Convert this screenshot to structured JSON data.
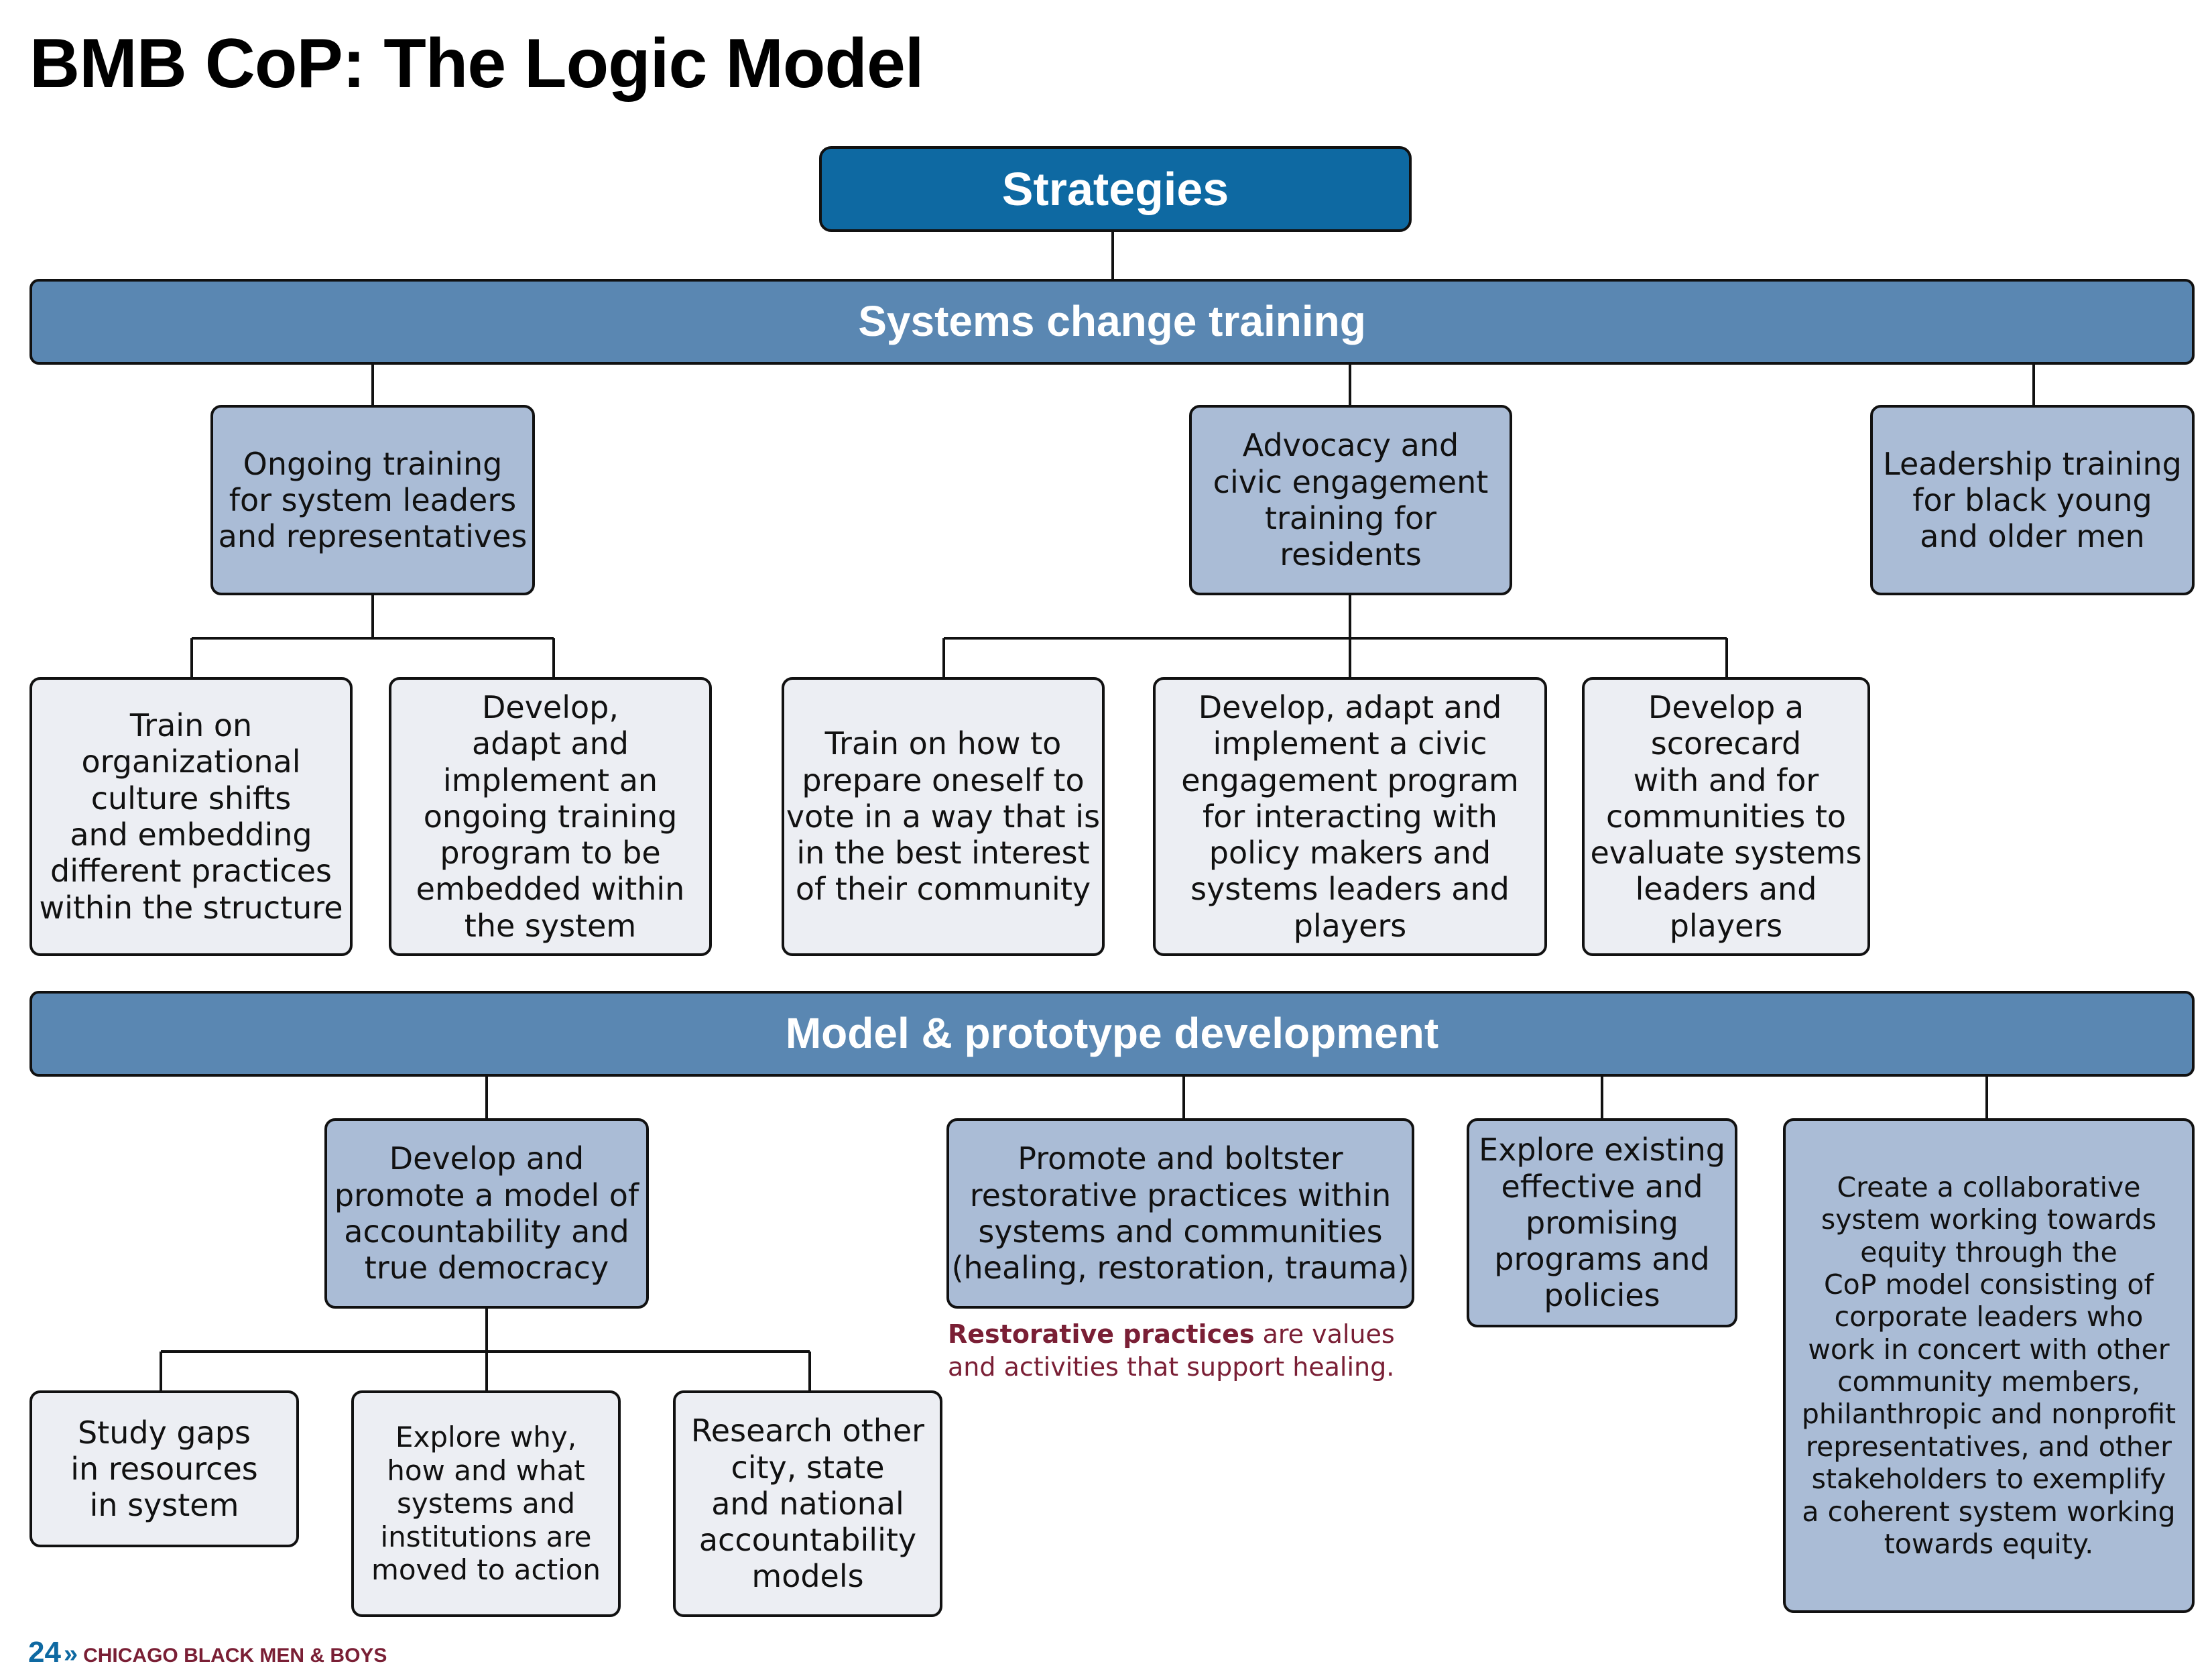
{
  "title": "BMB CoP: The Logic Model",
  "strategies": "Strategies",
  "sections": [
    {
      "heading": "Systems change training",
      "groups": [
        {
          "label": "Ongoing training\nfor system leaders\nand representatives",
          "children": [
            "Train on\norganizational\nculture shifts\nand embedding\ndifferent practices\nwithin the structure",
            "Develop,\nadapt and\nimplement an\nongoing training\nprogram to be\nembedded within\nthe system"
          ]
        },
        {
          "label": "Advocacy and\ncivic engagement\ntraining for\nresidents",
          "children": [
            "Train on how to\nprepare oneself to\nvote in a way that is\nin the best interest\nof their community",
            "Develop, adapt and\nimplement a civic\nengagement program\nfor interacting with\npolicy makers and\nsystems leaders and\nplayers",
            "Develop a\nscorecard\nwith and for\ncommunities to\nevaluate systems\nleaders and\nplayers"
          ]
        },
        {
          "label": "Leadership training\nfor black young\nand older men",
          "children": []
        }
      ]
    },
    {
      "heading": "Model & prototype development",
      "groups": [
        {
          "label": "Develop and\npromote a model of\naccountability and\ntrue democracy",
          "children": [
            "Study gaps\nin resources\nin system",
            "Explore why,\nhow and what\nsystems and\ninstitutions are\nmoved to action",
            "Research other\ncity, state\nand national\naccountability\nmodels"
          ]
        },
        {
          "label": "Promote and boltster\nrestorative practices within\nsystems and communities\n(healing, restoration, trauma)",
          "children": []
        },
        {
          "label": "Explore existing\neffective and\npromising\nprograms and\npolicies",
          "children": []
        },
        {
          "label": "Create a collaborative\nsystem working towards\nequity through the\nCoP model consisting of\ncorporate leaders who\nwork in concert with other\ncommunity members,\nphilanthropic and nonprofit\nrepresentatives, and other\nstakeholders to exemplify\na coherent system working\ntowards equity.",
          "children": []
        }
      ]
    }
  ],
  "note": {
    "bold": "Restorative practices",
    "rest": " are values and activities that support healing."
  },
  "footer": {
    "page_number": "24",
    "chevron": "»",
    "publication": "CHICAGO BLACK MEN & BOYS"
  },
  "colors": {
    "strategies_fill": "#0e69a2",
    "band_fill": "#5a87b2",
    "level2_fill": "#aabcd6",
    "level3_fill": "#eceef3",
    "note_text": "#7a1f35"
  }
}
